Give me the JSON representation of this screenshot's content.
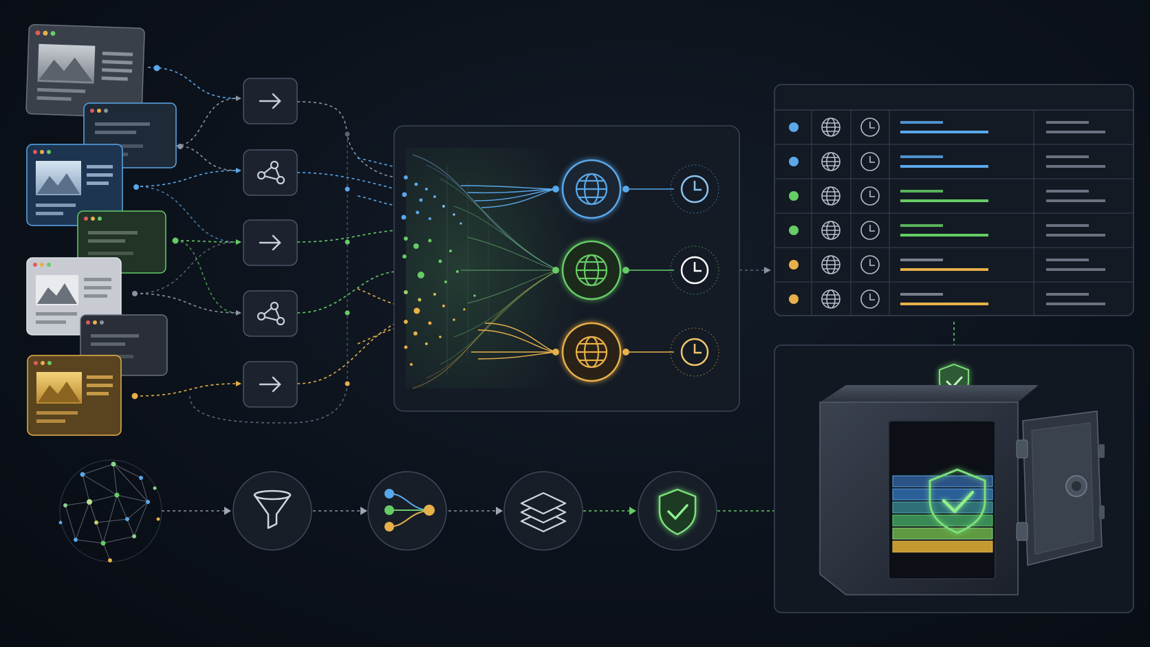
{
  "colors": {
    "background": "#0b1119",
    "panel": "#161d28",
    "panel_border": "#3a4556",
    "blue": "#5aa8ea",
    "green": "#66cc66",
    "orange": "#e8b04a",
    "gray": "#8a93a0",
    "dim_line": "#5a6472"
  },
  "sources": [
    {
      "name": "source-page-gray",
      "style": "gray",
      "has_image": true
    },
    {
      "name": "source-page-blue-small",
      "style": "blue",
      "has_image": false
    },
    {
      "name": "source-page-blue",
      "style": "blue",
      "has_image": true
    },
    {
      "name": "source-page-green-small",
      "style": "green",
      "has_image": false
    },
    {
      "name": "source-page-light",
      "style": "light",
      "has_image": true
    },
    {
      "name": "source-page-dark-small",
      "style": "gray",
      "has_image": false
    },
    {
      "name": "source-page-orange",
      "style": "orange",
      "has_image": true
    }
  ],
  "processors": [
    {
      "icon": "arrow-right-icon"
    },
    {
      "icon": "share-nodes-icon"
    },
    {
      "icon": "arrow-right-icon"
    },
    {
      "icon": "share-nodes-icon"
    },
    {
      "icon": "arrow-right-icon"
    }
  ],
  "aggregator": {
    "outputs": [
      {
        "color": "blue",
        "icon": "globe-icon",
        "status_icon": "clock-icon"
      },
      {
        "color": "green",
        "icon": "globe-icon",
        "status_icon": "clock-icon"
      },
      {
        "color": "orange",
        "icon": "globe-icon",
        "status_icon": "clock-icon"
      }
    ]
  },
  "table": {
    "rows": [
      {
        "color": "blue"
      },
      {
        "color": "blue"
      },
      {
        "color": "green"
      },
      {
        "color": "green"
      },
      {
        "color": "orange"
      },
      {
        "color": "orange"
      }
    ],
    "row_icons": [
      "globe-icon",
      "clock-icon"
    ]
  },
  "pipeline": [
    {
      "icon": "network-sphere-icon"
    },
    {
      "icon": "funnel-icon"
    },
    {
      "icon": "merge-nodes-icon"
    },
    {
      "icon": "layers-icon"
    },
    {
      "icon": "shield-check-icon"
    }
  ],
  "vault": {
    "icon": "safe-icon",
    "badge": "shield-check-icon"
  }
}
